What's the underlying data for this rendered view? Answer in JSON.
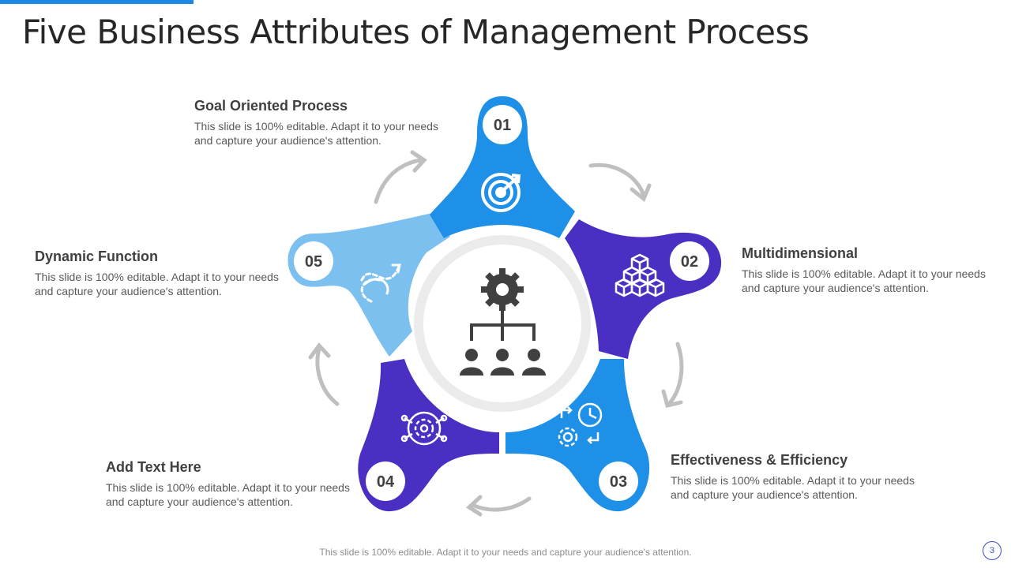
{
  "slide": {
    "title": "Five Business Attributes of Management Process",
    "footer": "This slide is 100% editable. Adapt it to your needs and capture your audience's attention.",
    "page_number": "3"
  },
  "colors": {
    "accent_bar": "#1e88e5",
    "petal_blue": "#1e90e8",
    "petal_purple": "#4a2fc2",
    "petal_light": "#7cc0f0",
    "arrow_gray": "#bfbfbf",
    "center_ring": "#ebebeb",
    "center_icon": "#404040"
  },
  "center": {
    "icon": "gear-org-chart-icon"
  },
  "petals": [
    {
      "number": "01",
      "icon": "target-icon",
      "color": "blue",
      "heading": "Goal Oriented Process",
      "desc": "This slide is 100% editable. Adapt it to your needs and capture your audience's attention."
    },
    {
      "number": "02",
      "icon": "cubes-pyramid-icon",
      "color": "purple",
      "heading": "Multidimensional",
      "desc": "This slide is 100% editable. Adapt it to your needs and capture your audience's attention."
    },
    {
      "number": "03",
      "icon": "gear-clock-icon",
      "color": "blue",
      "heading": "Effectiveness & Efficiency",
      "desc": "This slide is 100% editable. Adapt it to your needs and capture your audience's attention."
    },
    {
      "number": "04",
      "icon": "gear-network-icon",
      "color": "purple",
      "heading": "Add Text Here",
      "desc": "This slide is 100% editable. Adapt it to your needs and capture your audience's attention."
    },
    {
      "number": "05",
      "icon": "dashed-arrows-icon",
      "color": "light",
      "heading": "Dynamic Function",
      "desc": "This slide is 100% editable. Adapt it to your needs and capture your audience's attention."
    }
  ]
}
